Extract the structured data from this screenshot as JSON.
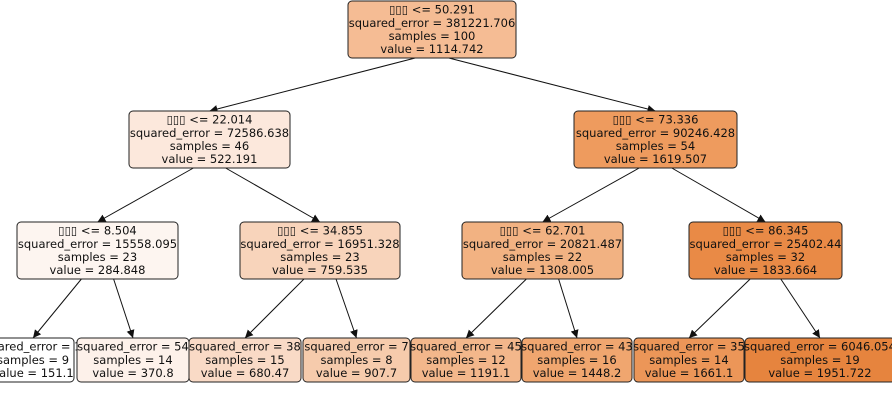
{
  "tree": {
    "nodes": [
      {
        "id": "n0",
        "lines": [
          "▯▯▯ <= 50.291",
          "squared_error = 381221.706",
          "samples = 100",
          "value = 1114.742"
        ],
        "fill": "#f5bc94"
      },
      {
        "id": "n1",
        "lines": [
          "▯▯▯ <= 22.014",
          "squared_error = 72586.638",
          "samples = 46",
          "value = 522.191"
        ],
        "fill": "#fce8dc"
      },
      {
        "id": "n2",
        "lines": [
          "▯▯▯ <= 73.336",
          "squared_error = 90246.428",
          "samples = 54",
          "value = 1619.507"
        ],
        "fill": "#ee9b5e"
      },
      {
        "id": "n3",
        "lines": [
          "▯▯▯ <= 8.504",
          "squared_error = 15558.095",
          "samples = 23",
          "value = 284.848"
        ],
        "fill": "#fdf5f0"
      },
      {
        "id": "n4",
        "lines": [
          "▯▯▯ <= 34.855",
          "squared_error = 16951.328",
          "samples = 23",
          "value = 759.535"
        ],
        "fill": "#f8d4bb"
      },
      {
        "id": "n5",
        "lines": [
          "▯▯▯ <= 62.701",
          "squared_error = 20821.487",
          "samples = 22",
          "value = 1308.005"
        ],
        "fill": "#f2b282"
      },
      {
        "id": "n6",
        "lines": [
          "▯▯▯ <= 86.345",
          "squared_error = 25402.44",
          "samples = 32",
          "value = 1833.664"
        ],
        "fill": "#e98a46"
      },
      {
        "id": "n7",
        "lines": [
          "squared_error = 18",
          "samples = 9",
          "value = 151.1"
        ],
        "fill": "#ffffff"
      },
      {
        "id": "n8",
        "lines": [
          "squared_error = 54",
          "samples = 14",
          "value = 370.8"
        ],
        "fill": "#fdf1ea"
      },
      {
        "id": "n9",
        "lines": [
          "squared_error = 38",
          "samples = 15",
          "value = 680.47"
        ],
        "fill": "#f9dac6"
      },
      {
        "id": "n10",
        "lines": [
          "squared_error = 7",
          "samples = 8",
          "value = 907.7"
        ],
        "fill": "#f6cbac"
      },
      {
        "id": "n11",
        "lines": [
          "squared_error = 45",
          "samples = 12",
          "value = 1191.1"
        ],
        "fill": "#f3b78b"
      },
      {
        "id": "n12",
        "lines": [
          "squared_error = 43",
          "samples = 16",
          "value = 1448.2"
        ],
        "fill": "#f0a66f"
      },
      {
        "id": "n13",
        "lines": [
          "squared_error = 35",
          "samples = 14",
          "value = 1661.1"
        ],
        "fill": "#ec9658"
      },
      {
        "id": "n14",
        "lines": [
          "squared_error = 6046.054",
          "samples = 19",
          "value = 1951.722"
        ],
        "fill": "#e6843e"
      }
    ],
    "edges": [
      [
        "n0",
        "n1"
      ],
      [
        "n0",
        "n2"
      ],
      [
        "n1",
        "n3"
      ],
      [
        "n1",
        "n4"
      ],
      [
        "n2",
        "n5"
      ],
      [
        "n2",
        "n6"
      ],
      [
        "n3",
        "n7"
      ],
      [
        "n3",
        "n8"
      ],
      [
        "n4",
        "n9"
      ],
      [
        "n4",
        "n10"
      ],
      [
        "n5",
        "n11"
      ],
      [
        "n5",
        "n12"
      ],
      [
        "n6",
        "n13"
      ],
      [
        "n6",
        "n14"
      ]
    ]
  }
}
